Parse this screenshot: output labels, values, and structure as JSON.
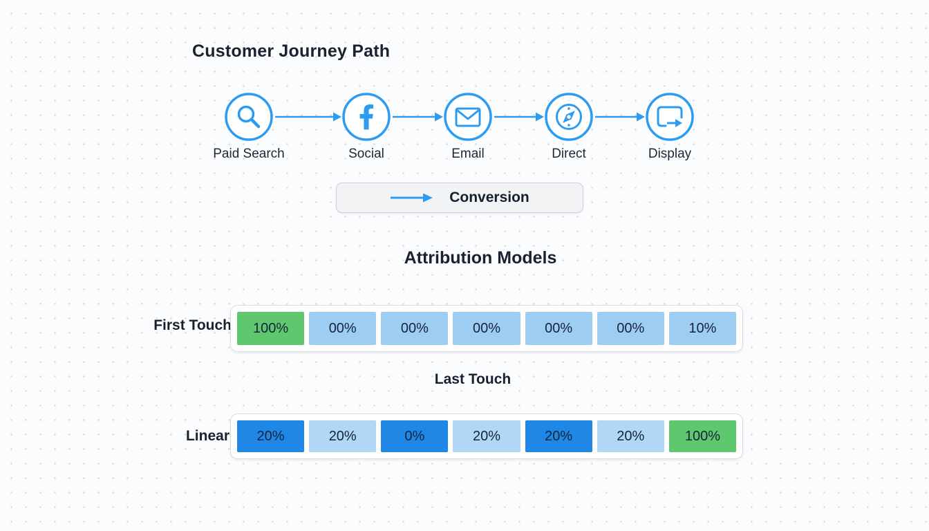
{
  "journey": {
    "title": "Customer Journey Path",
    "channels": [
      {
        "label": "Paid Search",
        "icon": "search-icon"
      },
      {
        "label": "Social",
        "icon": "facebook-icon"
      },
      {
        "label": "Email",
        "icon": "envelope-icon"
      },
      {
        "label": "Direct",
        "icon": "compass-icon"
      },
      {
        "label": "Display",
        "icon": "screen-share-icon"
      }
    ],
    "conversion_label": "Conversion"
  },
  "attribution": {
    "heading": "Attribution Models",
    "middle_label": "Last Touch",
    "rows": [
      {
        "label": "First Touch",
        "cells": [
          {
            "value": "100%",
            "color": "#5fc76d"
          },
          {
            "value": "00%",
            "color": "#9ecdf2"
          },
          {
            "value": "00%",
            "color": "#9ecdf2"
          },
          {
            "value": "00%",
            "color": "#9ecdf2"
          },
          {
            "value": "00%",
            "color": "#9ecdf2"
          },
          {
            "value": "00%",
            "color": "#9ecdf2"
          },
          {
            "value": "10%",
            "color": "#9ecdf2"
          }
        ]
      },
      {
        "label": "Linear",
        "cells": [
          {
            "value": "20%",
            "color": "#1f88e7"
          },
          {
            "value": "20%",
            "color": "#b2d6f5"
          },
          {
            "value": "0%",
            "color": "#1f88e7"
          },
          {
            "value": "20%",
            "color": "#b2d6f5"
          },
          {
            "value": "20%",
            "color": "#1f88e7"
          },
          {
            "value": "20%",
            "color": "#b2d6f5"
          },
          {
            "value": "100%",
            "color": "#5fc76d"
          }
        ]
      }
    ]
  },
  "colors": {
    "accent_blue": "#2d9cf0",
    "green_cell": "#5fc76d",
    "bright_blue_cell": "#1f88e7",
    "light_blue_first_touch": "#9ecdf2",
    "light_blue_linear": "#b2d6f5",
    "heading_text": "#1a2230",
    "conversion_bg": "#f1f3f5",
    "background": "#fbfcfe"
  }
}
